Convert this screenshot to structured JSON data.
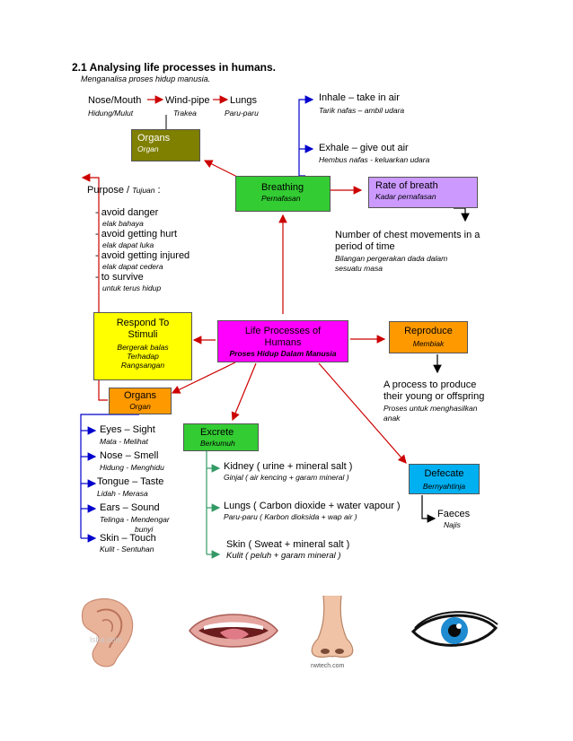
{
  "header": {
    "title": "2.1  Analysing life processes in humans.",
    "subtitle": "Menganalisa proses hidup manusia."
  },
  "organs_chain": {
    "nose": "Nose/Mouth",
    "nose_ms": "Hidung/Mulut",
    "windpipe": "Wind-pipe",
    "windpipe_ms": "Trakea",
    "lungs": "Lungs",
    "lungs_ms": "Paru-paru"
  },
  "organs_top": {
    "label": "Organs",
    "label_ms": "Organ",
    "color": "#7f7f00"
  },
  "breathing": {
    "label": "Breathing",
    "label_ms": "Pernafasan",
    "color": "#33cc33"
  },
  "inhale": {
    "label": "Inhale  –  take in air",
    "label_ms": "Tarik nafas – ambil udara"
  },
  "exhale": {
    "label": "Exhale – give out air",
    "label_ms": "Hembus nafas -  keluarkan udara"
  },
  "rate": {
    "label": "Rate of breath",
    "label_ms": "Kadar pernafasan",
    "color": "#cc99ff"
  },
  "chest": {
    "line1": "Number of chest movements  in a",
    "line2": "period of time",
    "ms1": "Bilangan pergerakan dada dalam",
    "ms2": "sesuatu masa"
  },
  "purpose": {
    "title": "Purpose / ",
    "title_ms": "Tujuan",
    "colon": " :",
    "items": [
      {
        "en": "- avoid danger",
        "ms": "elak bahaya"
      },
      {
        "en": "- avoid getting hurt",
        "ms": "elak dapat luka"
      },
      {
        "en": "- avoid getting injured",
        "ms": "elak dapat cedera"
      },
      {
        "en": "- to survive",
        "ms": "untuk terus hidup"
      }
    ]
  },
  "respond": {
    "line1": "Respond To",
    "line2": "Stimuli",
    "ms1": "Bergerak balas",
    "ms2": "Terhadap",
    "ms3": "Rangsangan",
    "color": "#ffff00"
  },
  "life": {
    "line1": "Life Processes of",
    "line2": "Humans",
    "ms": "Proses Hidup Dalam Manusia",
    "color": "#ff00ff"
  },
  "reproduce": {
    "label": "Reproduce",
    "label_ms": "Membiak",
    "color": "#ff9900"
  },
  "produce": {
    "line1": "A process to produce",
    "line2": "their young or offspring",
    "ms1": "Proses untuk menghasilkan",
    "ms2": "anak"
  },
  "organs_bottom": {
    "label": "Organs",
    "label_ms": "Organ",
    "color": "#ff9900"
  },
  "senses": [
    {
      "en": "Eyes – Sight",
      "ms": "Mata - Melihat"
    },
    {
      "en": "Nose – Smell",
      "ms": "Hidung - Menghidu"
    },
    {
      "en": "Tongue – Taste",
      "ms": "Lidah - Merasa"
    },
    {
      "en": "Ears – Sound",
      "ms": "Telinga -  Mendengar",
      "ms2": "bunyi"
    },
    {
      "en": "Skin – Touch",
      "ms": "Kulit - Sentuhan"
    }
  ],
  "excrete": {
    "label": "Excrete",
    "label_ms": "Berkumuh",
    "color": "#33cc33"
  },
  "excrete_items": [
    {
      "en": "Kidney ( urine + mineral salt )",
      "ms": "Ginjal ( air kencing + garam mineral )"
    },
    {
      "en": "Lungs ( Carbon dioxide + water vapour )",
      "ms": "Paru-paru ( Karbon dioksida + wap air )"
    },
    {
      "en": "Skin ( Sweat + mineral salt )",
      "ms": "Kulit ( peluh + garam mineral )"
    }
  ],
  "defecate": {
    "label": "Defecate",
    "label_ms": "Bernyahtinja",
    "color": "#00b0f0"
  },
  "faeces": {
    "label": "Faeces",
    "label_ms": "Najis"
  },
  "watermarks": {
    "ear": "lsba.com",
    "nose": "nwtech.com"
  },
  "arrow_colors": {
    "red": "#cc0000",
    "blue": "#0000cc",
    "green": "#339966",
    "black": "#000000"
  }
}
